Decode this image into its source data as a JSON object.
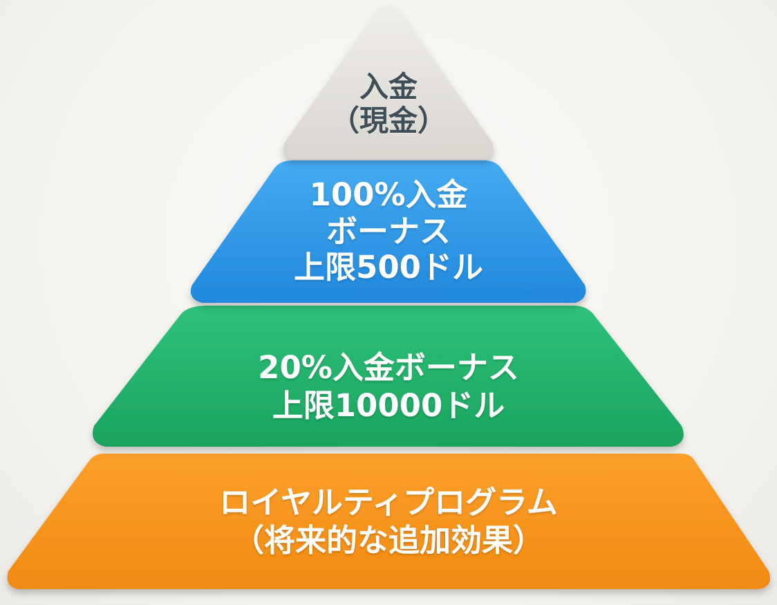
{
  "tiers": {
    "top": {
      "line1": "入金",
      "line2": "（現金）",
      "color": "#e3e1dc"
    },
    "blue": {
      "line1": "100%入金",
      "line2": "ボーナス",
      "line3": "上限500ドル",
      "color": "#2f9be8"
    },
    "green": {
      "line1": "20%入金ボーナス",
      "line2": "上限10000ドル",
      "color": "#22b36a"
    },
    "orange": {
      "line1": "ロイヤルティプログラム",
      "line2": "（将来的な追加効果）",
      "color": "#f7941d"
    }
  }
}
